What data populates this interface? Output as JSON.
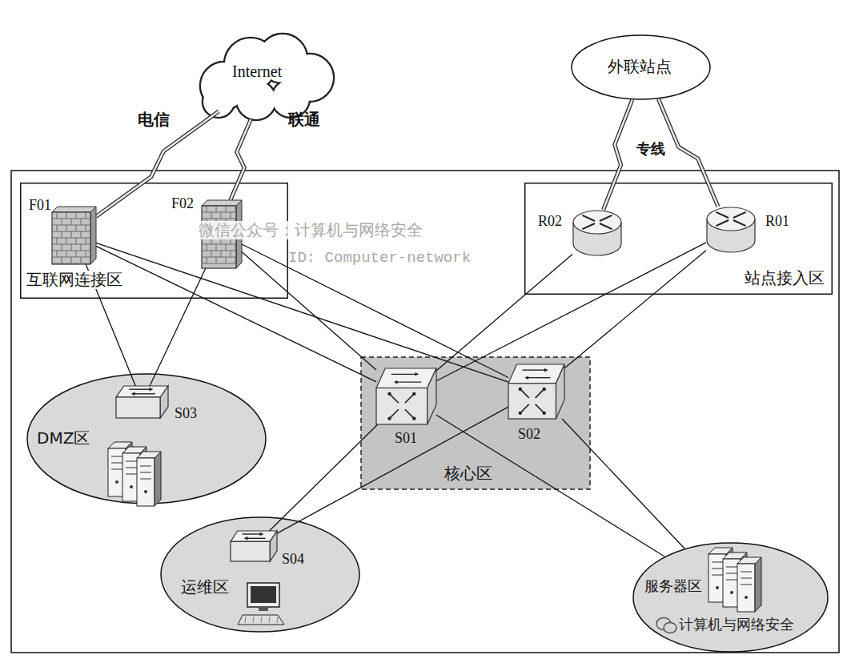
{
  "diagram": {
    "nodes": [
      {
        "text": [
          "Internet"
        ]
      },
      {
        "text": [
          "外联站点"
        ]
      },
      {
        "text": [
          "互联网连接区"
        ]
      },
      {
        "text": [
          "F01"
        ],
        "in": 2
      },
      {
        "text": [
          "F02"
        ],
        "in": 2
      },
      {
        "text": [
          "站点接入区"
        ]
      },
      {
        "text": [
          "R02"
        ],
        "in": 5
      },
      {
        "text": [
          "R01"
        ],
        "in": 5
      },
      {
        "text": [
          "核心区"
        ]
      },
      {
        "text": [
          "S01"
        ],
        "in": 8
      },
      {
        "text": [
          "S02"
        ],
        "in": 8
      },
      {
        "text": [
          "DMZ区"
        ]
      },
      {
        "text": [
          "S03"
        ],
        "in": 11
      },
      {
        "text": [
          "运维区"
        ]
      },
      {
        "text": [
          "S04"
        ],
        "in": 13
      },
      {
        "text": [
          "服务器区"
        ]
      }
    ],
    "edges": [
      {
        "from": 0,
        "to": 3,
        "label": "电信",
        "arrow": "none"
      },
      {
        "from": 0,
        "to": 4,
        "label": "联通",
        "arrow": "none"
      },
      {
        "from": 1,
        "to": 6,
        "label": "专线",
        "arrow": "none"
      },
      {
        "from": 1,
        "to": 7,
        "arrow": "none"
      },
      {
        "from": 3,
        "to": 12,
        "arrow": "none"
      },
      {
        "from": 4,
        "to": 12,
        "arrow": "none"
      },
      {
        "from": 3,
        "to": 9,
        "arrow": "none"
      },
      {
        "from": 3,
        "to": 10,
        "arrow": "none"
      },
      {
        "from": 4,
        "to": 9,
        "arrow": "none"
      },
      {
        "from": 4,
        "to": 10,
        "arrow": "none"
      },
      {
        "from": 6,
        "to": 9,
        "arrow": "none"
      },
      {
        "from": 7,
        "to": 9,
        "arrow": "none"
      },
      {
        "from": 7,
        "to": 10,
        "arrow": "none"
      },
      {
        "from": 9,
        "to": 14,
        "arrow": "none"
      },
      {
        "from": 10,
        "to": 14,
        "arrow": "none"
      },
      {
        "from": 9,
        "to": 15,
        "arrow": "none"
      },
      {
        "from": 10,
        "to": 15,
        "arrow": "none"
      }
    ],
    "labels": [
      "微信公众号：计算机与网络安全",
      "ID: Computer-network",
      "计算机与网络安全"
    ]
  }
}
